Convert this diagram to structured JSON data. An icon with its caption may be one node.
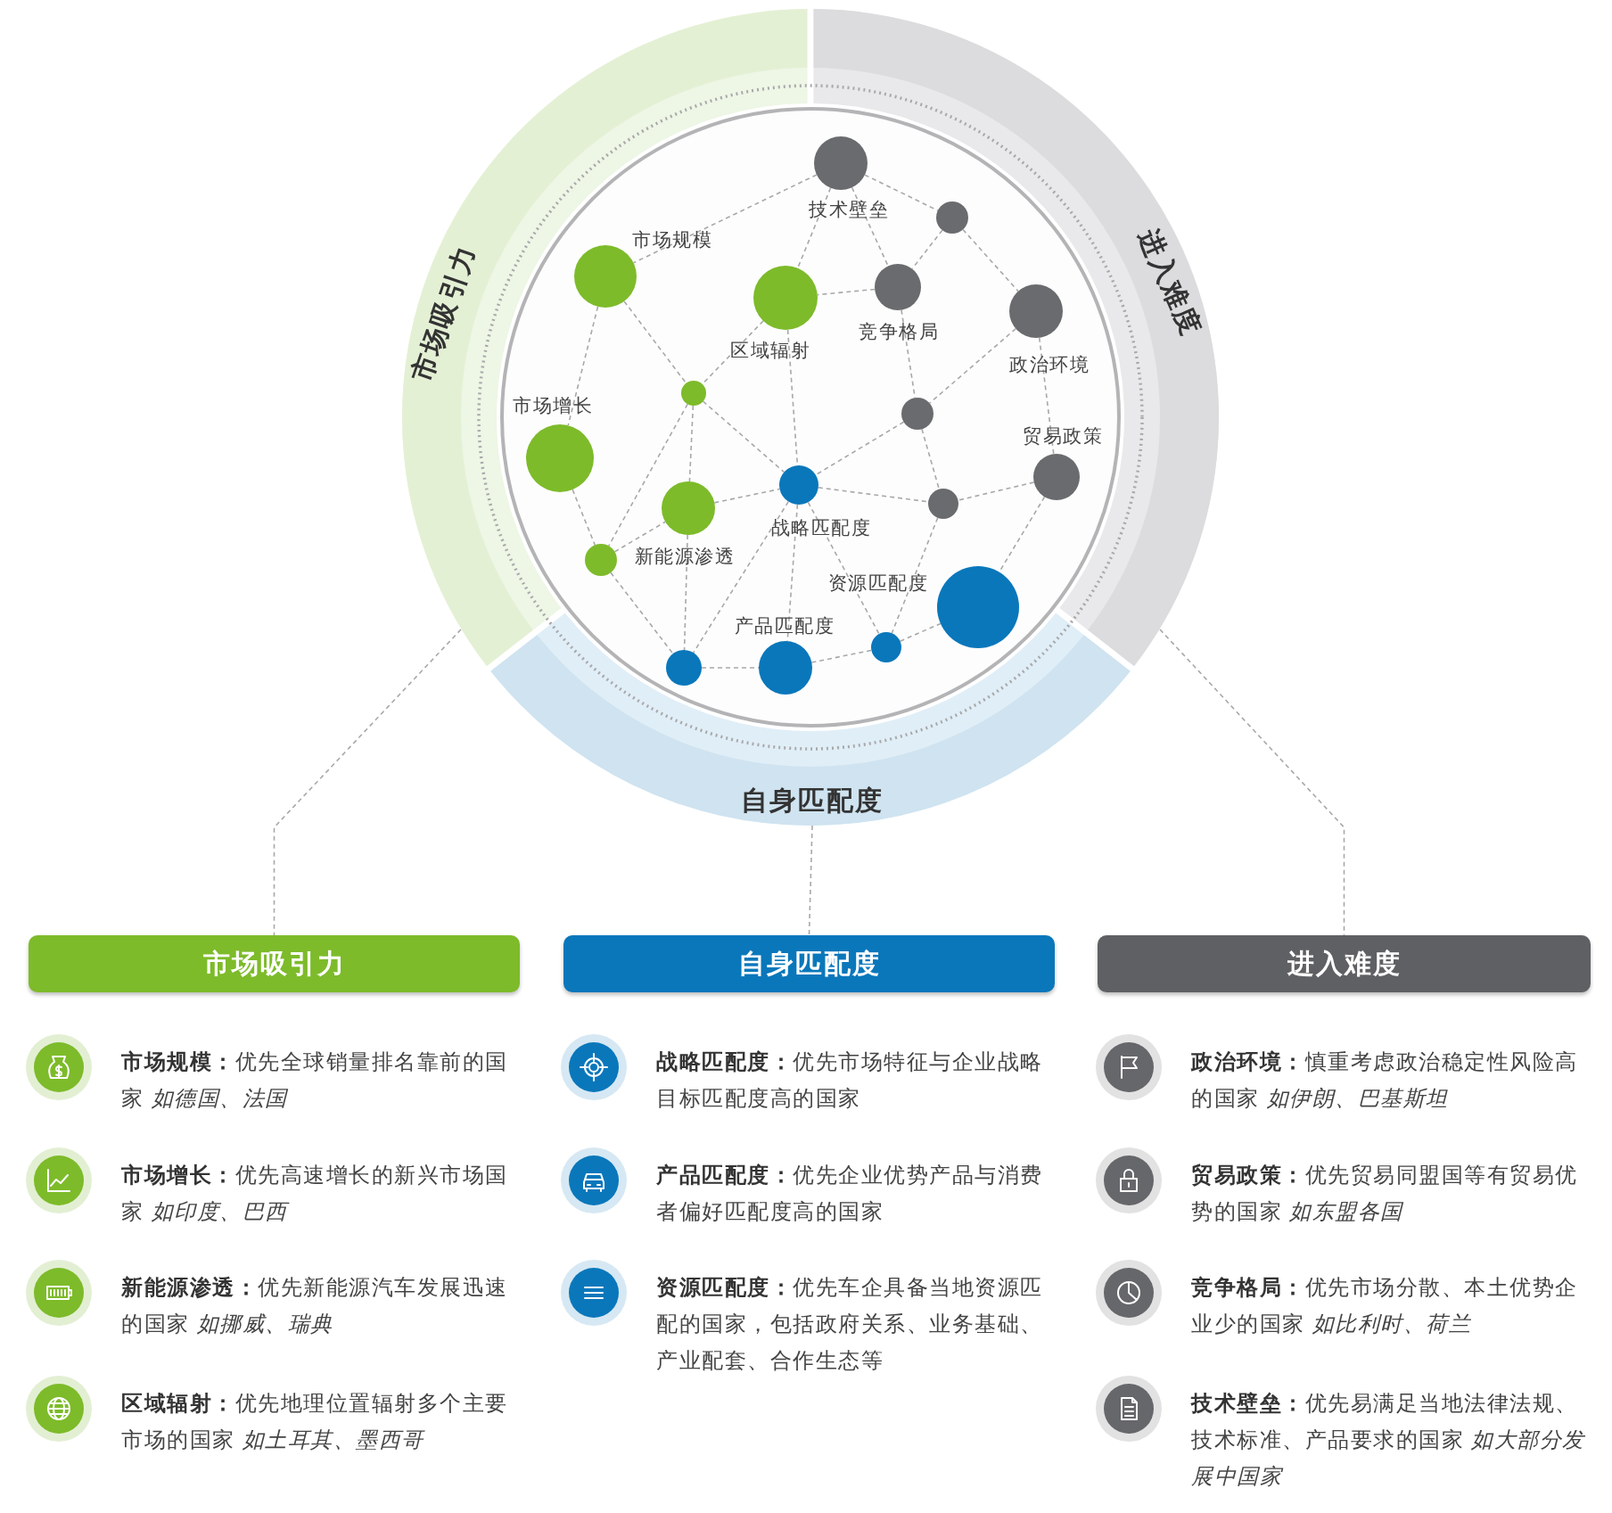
{
  "diagram": {
    "nodes": [
      {
        "text": [
          "市场吸引力"
        ]
      },
      {
        "text": [
          "进入难度"
        ]
      },
      {
        "text": [
          "自身匹配度"
        ]
      },
      {
        "text": [],
        "shape": "circle",
        "beside": [
          "技术壁垒"
        ]
      },
      {
        "text": [],
        "shape": "circle"
      },
      {
        "text": [],
        "shape": "circle",
        "beside": [
          "市场规模"
        ]
      },
      {
        "text": [],
        "shape": "circle"
      },
      {
        "text": [],
        "shape": "circle",
        "beside": [
          "区域辐射"
        ]
      },
      {
        "text": [],
        "shape": "circle"
      },
      {
        "text": [],
        "shape": "circle"
      },
      {
        "text": [],
        "shape": "circle"
      },
      {
        "text": [],
        "shape": "circle",
        "beside": [
          "市场增长"
        ]
      },
      {
        "text": [],
        "shape": "circle",
        "beside": [
          "贸易政策"
        ]
      },
      {
        "text": [],
        "shape": "circle"
      },
      {
        "text": [],
        "shape": "circle"
      },
      {
        "text": [],
        "shape": "circle"
      },
      {
        "text": [],
        "shape": "circle"
      },
      {
        "text": [],
        "shape": "circle",
        "beside": [
          "资源匹配度"
        ]
      },
      {
        "text": [],
        "shape": "circle"
      },
      {
        "text": [],
        "shape": "circle",
        "beside": [
          "产品匹配度"
        ]
      },
      {
        "text": [],
        "shape": "circle"
      },
      {
        "text": [
          "市场吸引力"
        ]
      },
      {
        "text": [
          "自身匹配度"
        ]
      },
      {
        "text": [
          "进入难度"
        ]
      }
    ],
    "edges": [
      {
        "from": 3,
        "to": 5,
        "arrow": "none",
        "style": "dashed"
      },
      {
        "from": 3,
        "to": 4,
        "arrow": "none",
        "style": "dashed"
      },
      {
        "from": 3,
        "to": 7,
        "arrow": "none",
        "style": "dashed"
      },
      {
        "from": 3,
        "to": 6,
        "arrow": "none",
        "style": "dashed"
      },
      {
        "from": 4,
        "to": 6,
        "arrow": "none",
        "style": "dashed"
      },
      {
        "from": 4,
        "to": 8,
        "arrow": "none",
        "style": "dashed"
      },
      {
        "from": 6,
        "to": 7,
        "arrow": "none",
        "style": "dashed"
      },
      {
        "from": 6,
        "to": 10,
        "arrow": "none",
        "style": "dashed"
      },
      {
        "from": 8,
        "to": 10,
        "arrow": "none",
        "style": "dashed"
      },
      {
        "from": 8,
        "to": 12,
        "arrow": "none",
        "style": "dashed"
      },
      {
        "from": 10,
        "to": 13,
        "arrow": "none",
        "style": "dashed"
      },
      {
        "from": 10,
        "to": 14,
        "arrow": "none",
        "style": "dashed"
      },
      {
        "from": 12,
        "to": 14,
        "arrow": "none",
        "style": "dashed"
      },
      {
        "from": 12,
        "to": 17,
        "arrow": "none",
        "style": "dashed"
      },
      {
        "from": 5,
        "to": 11,
        "arrow": "none",
        "style": "dashed"
      },
      {
        "from": 5,
        "to": 9,
        "arrow": "none",
        "style": "dashed"
      },
      {
        "from": 7,
        "to": 9,
        "arrow": "none",
        "style": "dashed"
      },
      {
        "from": 7,
        "to": 13,
        "arrow": "none",
        "style": "dashed"
      },
      {
        "from": 9,
        "to": 13,
        "arrow": "none",
        "style": "dashed"
      },
      {
        "from": 9,
        "to": 15,
        "arrow": "none",
        "style": "dashed"
      },
      {
        "from": 9,
        "to": 16,
        "arrow": "none",
        "style": "dashed"
      },
      {
        "from": 11,
        "to": 16,
        "arrow": "none",
        "style": "dashed"
      },
      {
        "from": 15,
        "to": 13,
        "arrow": "none",
        "style": "dashed"
      },
      {
        "from": 15,
        "to": 20,
        "arrow": "none",
        "style": "dashed"
      },
      {
        "from": 16,
        "to": 15,
        "arrow": "none",
        "style": "dashed"
      },
      {
        "from": 16,
        "to": 20,
        "arrow": "none",
        "style": "dashed"
      },
      {
        "from": 13,
        "to": 14,
        "arrow": "none",
        "style": "dashed"
      },
      {
        "from": 13,
        "to": 20,
        "arrow": "none",
        "style": "dashed"
      },
      {
        "from": 13,
        "to": 19,
        "arrow": "none",
        "style": "dashed"
      },
      {
        "from": 13,
        "to": 18,
        "arrow": "none",
        "style": "dashed"
      },
      {
        "from": 14,
        "to": 18,
        "arrow": "none",
        "style": "dashed"
      },
      {
        "from": 20,
        "to": 19,
        "arrow": "none",
        "style": "dashed"
      },
      {
        "from": 19,
        "to": 18,
        "arrow": "none",
        "style": "dashed"
      },
      {
        "from": 18,
        "to": 17,
        "arrow": "none",
        "style": "dashed"
      },
      {
        "from": 0,
        "to": 21,
        "arrow": "none",
        "style": "dashed"
      },
      {
        "from": 2,
        "to": 22,
        "arrow": "none",
        "style": "dashed"
      },
      {
        "from": 1,
        "to": 23,
        "arrow": "none",
        "style": "dashed"
      }
    ],
    "labels": [
      "竞争格局",
      "政治环境",
      "战略匹配度",
      "新能源渗透",
      "**市场规模：**优先全球销量排名靠前的国家 *如德国、法国*",
      "**市场增长：**优先高速增长的新兴市场国家 *如印度、巴西*",
      "**新能源渗透：**优先新能源汽车发展迅速的国家 *如挪威、瑞典*",
      "**区域辐射：**优先地理位置辐射多个主要市场的国家 *如土耳其、墨西哥*",
      "**战略匹配度：**优先市场特征与企业战略目标匹配度高的国家",
      "**产品匹配度：**优先企业优势产品与消费者偏好匹配度高的国家",
      "**资源匹配度：**优先车企具备当地资源匹配的国家，包括政府关系、业务基础、产业配套、合作生态等",
      "**政治环境：**慎重考虑政治稳定性风险高的国家 *如伊朗、巴基斯坦*",
      "**贸易政策：**优先贸易同盟国等有贸易优势的国家 *如东盟各国*",
      "**竞争格局：**优先市场分散、本土优势企业少的国家 *如比利时、荷兰*",
      "**技术壁垒：**优先易满足当地法律法规、技术标准、产品要求的国家 *如大部分发展中国家*"
    ]
  }
}
